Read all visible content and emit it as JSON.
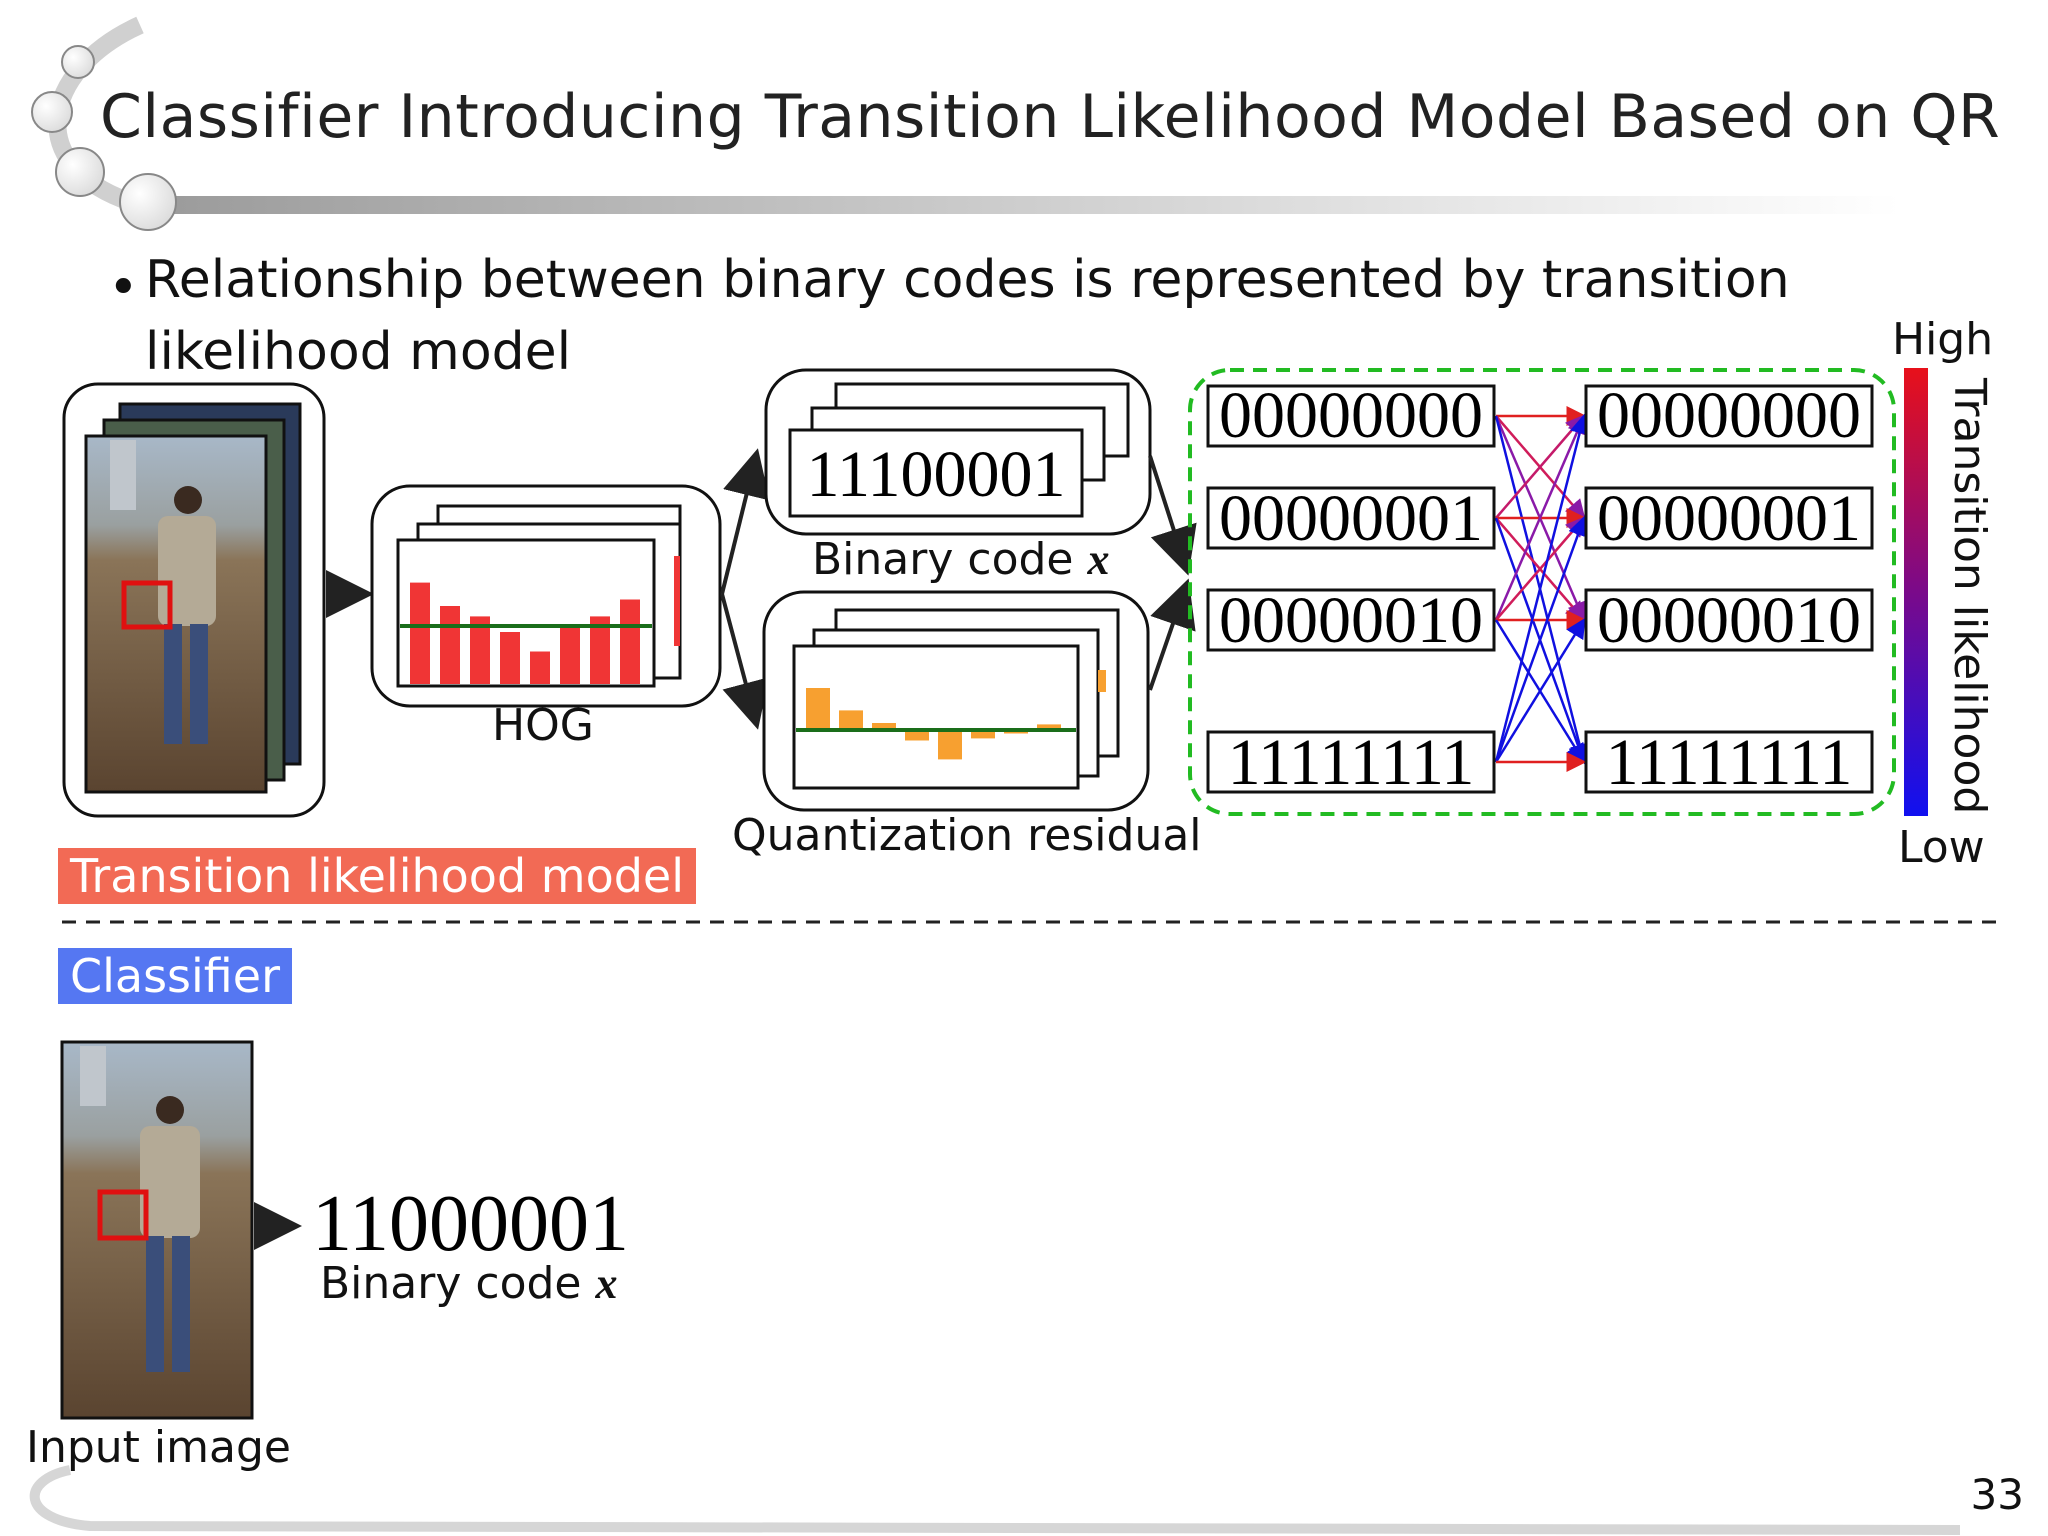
{
  "slide": {
    "title": "Classifier Introducing Transition Likelihood Model Based on QR",
    "bullet_line1": "Relationship between binary codes is represented by transition",
    "bullet_line2": "likelihood model",
    "page_number": "33"
  },
  "diagram": {
    "hog_label": "HOG",
    "binary_code_label": "Binary code",
    "binary_code_var": "x",
    "stack_front_code": "11100001",
    "quantization_label": "Quantization residual",
    "left_codes": [
      "00000000",
      "00000001",
      "00000010",
      "11111111"
    ],
    "right_codes": [
      "00000000",
      "00000001",
      "00000010",
      "11111111"
    ],
    "colorbar_high": "High",
    "colorbar_low": "Low",
    "colorbar_title": "Transition likelihood",
    "hog_bars": [
      0.78,
      0.6,
      0.52,
      0.4,
      0.25,
      0.45,
      0.52,
      0.65
    ],
    "residual_bars": [
      0.6,
      0.28,
      0.1,
      -0.15,
      -0.42,
      -0.12,
      -0.05,
      0.08
    ],
    "colors": {
      "red": "#e02020",
      "blue": "#1010e0",
      "green_dash": "#22bb22",
      "hog_bar": "#f03535",
      "residual_bar": "#f7a030",
      "threshold": "#1a6e1a"
    }
  },
  "sections": {
    "model_tag": "Transition likelihood model",
    "classifier_tag": "Classifier",
    "classifier_code": "11000001",
    "classifier_binary_label": "Binary code",
    "classifier_binary_var": "x",
    "input_image_label": "Input image",
    "model_tag_color": "#f26a55",
    "classifier_tag_color": "#5577f2"
  }
}
